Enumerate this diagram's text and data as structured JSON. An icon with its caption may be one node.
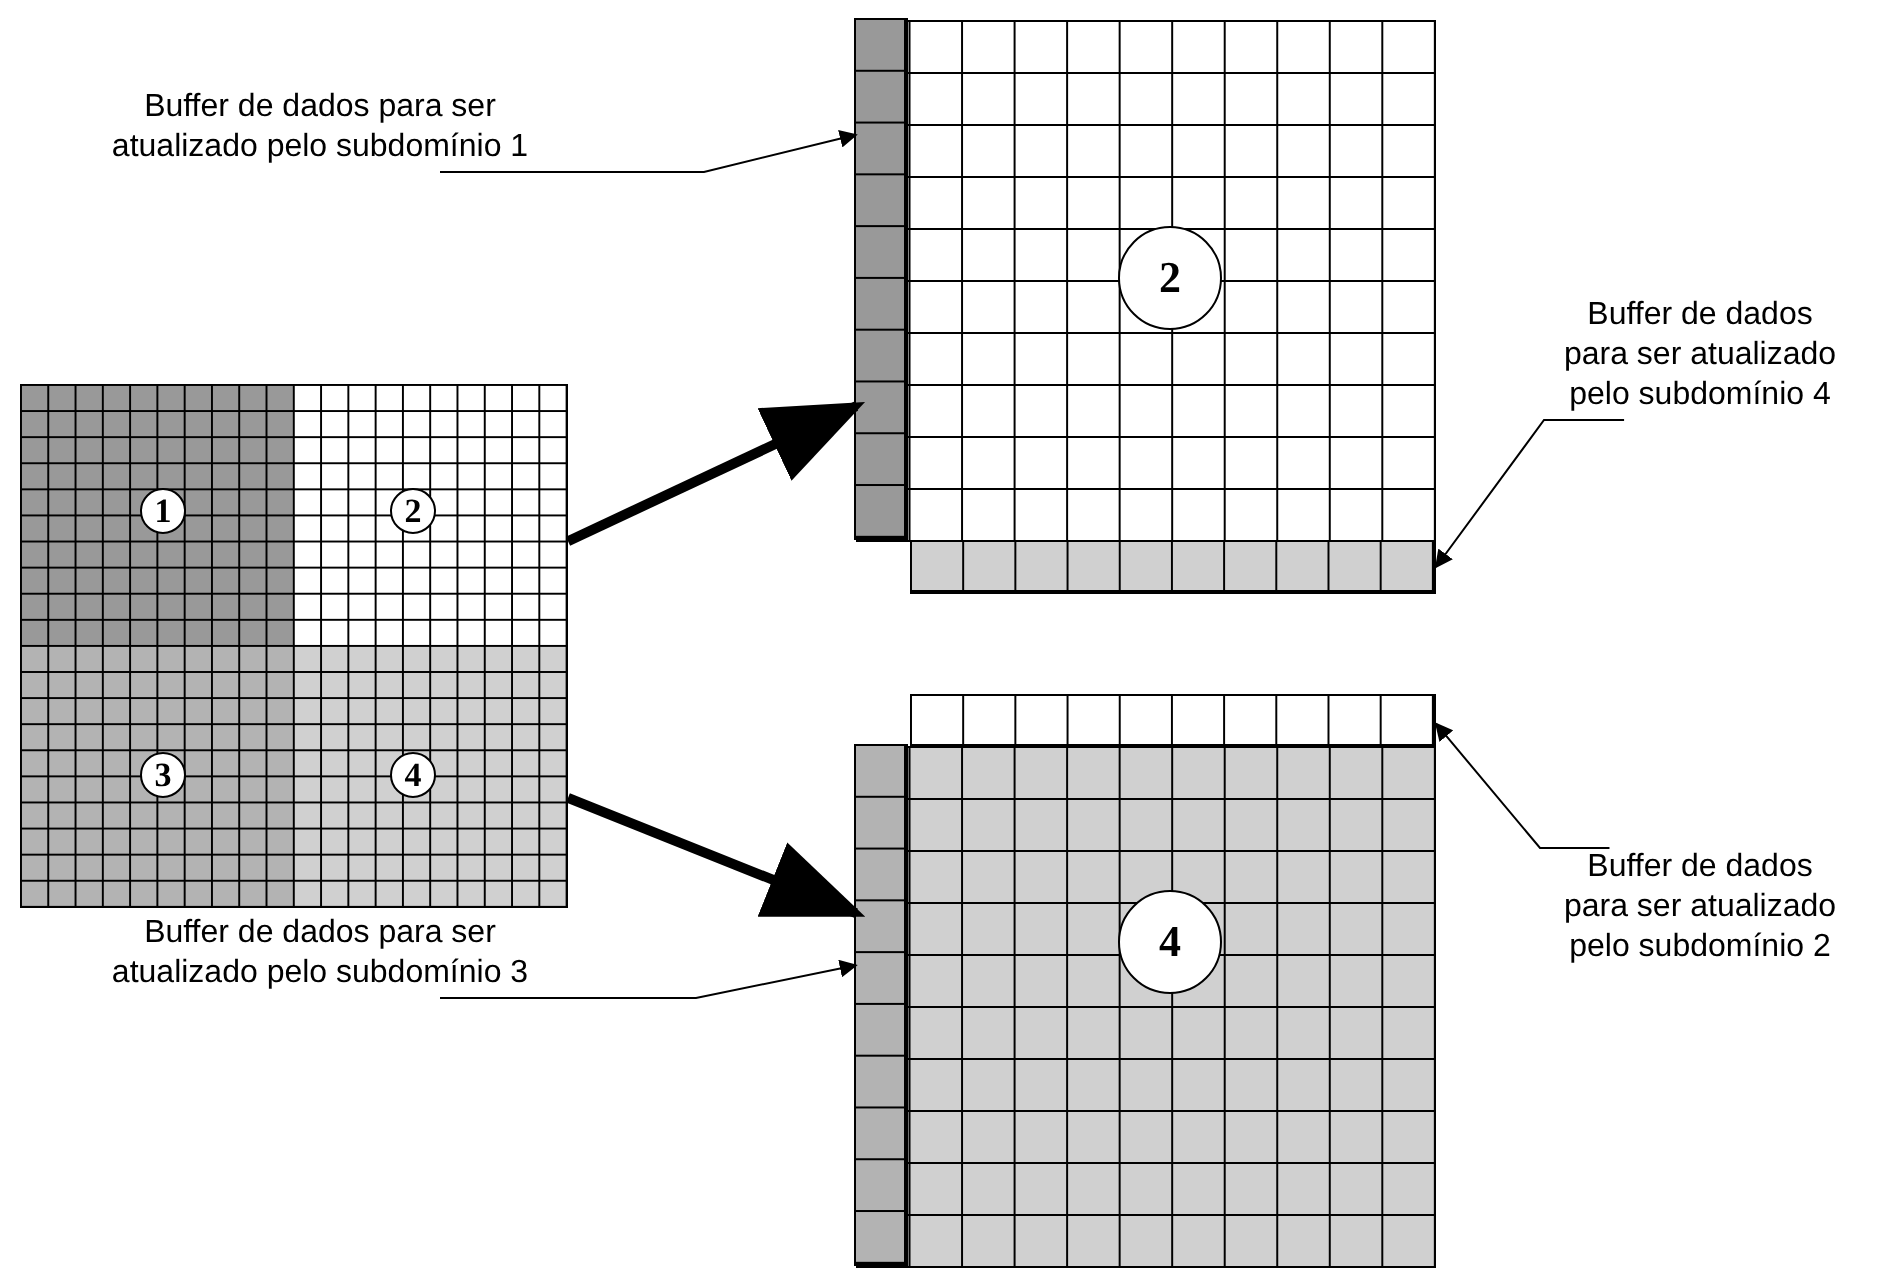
{
  "diagram": {
    "nodes": [
      {
        "text": [
          "Buffer de dados para ser atualizado pelo subdomínio 1"
        ]
      },
      {
        "text": [],
        "shape": "box"
      },
      {
        "text": [],
        "shape": "bar",
        "in": 1
      },
      {
        "text": [
          "2"
        ],
        "in": 1
      },
      {
        "text": [
          "Buffer de dados para ser atualizado pelo subdomínio 4"
        ]
      },
      {
        "text": [],
        "shape": "bar"
      },
      {
        "text": [],
        "shape": "box"
      },
      {
        "text": [
          "1"
        ],
        "in": 6
      },
      {
        "text": [
          "2"
        ],
        "in": 6
      },
      {
        "text": [
          "3"
        ],
        "in": 6
      },
      {
        "text": [
          "4"
        ],
        "in": 6
      },
      {
        "text": [],
        "shape": "bar"
      },
      {
        "text": [
          "Buffer de dados para ser atualizado pelo subdomínio 2"
        ]
      },
      {
        "text": [],
        "shape": "box"
      },
      {
        "text": [],
        "shape": "bar",
        "in": 13
      },
      {
        "text": [
          "4"
        ],
        "in": 13
      },
      {
        "text": [
          "Buffer de dados para ser atualizado pelo subdomínio 3"
        ]
      }
    ],
    "edges": [
      {
        "from": 0,
        "to": 2,
        "arrow": "to"
      },
      {
        "from": 4,
        "to": 5,
        "arrow": "to"
      },
      {
        "from": 12,
        "to": 11,
        "arrow": "to"
      },
      {
        "from": 16,
        "to": 14,
        "arrow": "to"
      },
      {
        "from": 6,
        "to": 1,
        "arrow": "to",
        "style": "thick"
      },
      {
        "from": 6,
        "to": 13,
        "arrow": "to",
        "style": "thick"
      }
    ]
  }
}
